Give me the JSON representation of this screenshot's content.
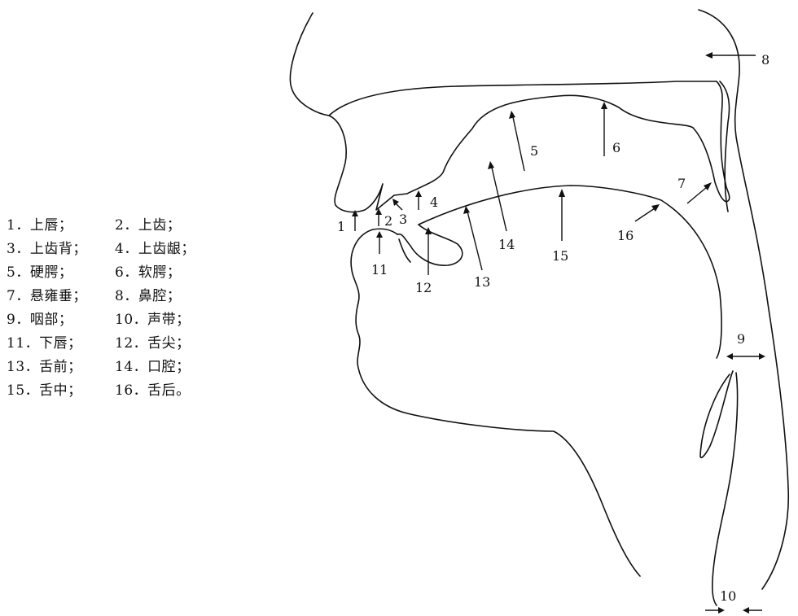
{
  "legend": {
    "rows": [
      [
        "1．上唇；",
        "2．上齿；"
      ],
      [
        "3．上齿背；",
        "4．上齿龈；"
      ],
      [
        "5．硬腭；",
        "6．软腭；"
      ],
      [
        "7．悬雍垂；",
        "8．鼻腔；"
      ],
      [
        "9．咽部；",
        "10．声带；"
      ],
      [
        "11．下唇；",
        "12．舌尖；"
      ],
      [
        "13．舌前；",
        "14．口腔；"
      ],
      [
        "15．舌中；",
        "16．舌后。"
      ]
    ]
  },
  "diagram_labels": {
    "n1": "1",
    "n2": "2",
    "n3": "3",
    "n4": "4",
    "n5": "5",
    "n6": "6",
    "n7": "7",
    "n8": "8",
    "n9": "9",
    "n10": "10",
    "n11": "11",
    "n12": "12",
    "n13": "13",
    "n14": "14",
    "n15": "15",
    "n16": "16"
  }
}
